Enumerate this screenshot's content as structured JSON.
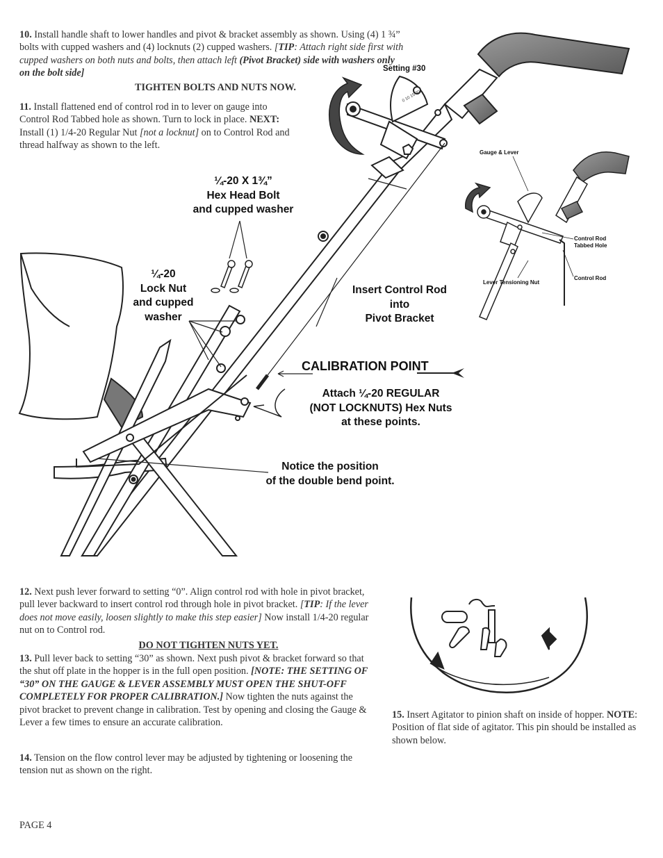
{
  "step10": {
    "num": "10.",
    "text_a": "Install handle shaft to lower handles and pivot & bracket assembly as shown.  Using (4) 1 ¾” bolts with cupped washers and (4) locknuts (2) cupped washers.  ",
    "tip_open": "[",
    "tip_label": "TIP",
    "tip_text": ": Attach right side first with cupped washers on both nuts and bolts, then attach left ",
    "tip_bold": "(Pivot Bracket) side with washers only on the bolt side]",
    "tighten": "TIGHTEN BOLTS AND NUTS NOW."
  },
  "step11": {
    "num": "11.",
    "text_a": "Install flattened end of control rod in to lever on gauge into Control Rod Tabbed hole as shown. Turn to lock in place.",
    "next_label": "NEXT:",
    "text_b": "Install (1) 1/4-20 Regular Nut ",
    "text_b_italic": "[not a locknut]",
    "text_c": " on to Control Rod and thread halfway as shown to the left."
  },
  "labels": {
    "setting": "Setting #30",
    "hex_bolt_1": "¼-20 X 1¾”",
    "hex_bolt_2": "Hex Head Bolt",
    "hex_bolt_3": "and cupped washer",
    "lock_nut_1": "¼-20",
    "lock_nut_2": "Lock Nut",
    "lock_nut_3": "and cupped",
    "lock_nut_4": "washer",
    "insert_1": "Insert Control Rod",
    "insert_2": "into",
    "insert_3": "Pivot Bracket",
    "calibration": "CALIBRATION POINT",
    "attach_1": "Attach ¼-20 REGULAR",
    "attach_2": "(NOT LOCKNUTS) Hex Nuts",
    "attach_3": "at these points.",
    "notice_1": "Notice the position",
    "notice_2": "of the double bend point.",
    "gauge_lever": "Gauge & Lever",
    "tabbed_1": "Control Rod",
    "tabbed_2": "Tabbed Hole",
    "control_rod": "Control Rod",
    "lever_nut": "Lever Tensioning Nut",
    "dial": [
      "0",
      "10",
      "15",
      "30"
    ]
  },
  "step12": {
    "num": "12.",
    "text_a": "Next push lever forward to setting “0”.  Align control rod with hole in pivot bracket, pull lever backward to insert control rod through hole in  pivot bracket.",
    "tip_open": "[",
    "tip_label": "TIP",
    "tip_text": ": If the lever does not move easily, loosen             slightly to make this step easier]",
    "text_b": " Now install 1/4-20 regular nut on to Control rod.",
    "warning": "DO NOT TIGHTEN NUTS YET."
  },
  "step13": {
    "num": "13.",
    "text_a": "Pull  lever  back  to  setting  “30” as shown.  Next push pivot & bracket forward so that the shut off plate in the hopper is in the full open position. ",
    "note": "[NOTE: THE SETTING OF “30” ON THE GAUGE & LEVER ASSEMBLY MUST OPEN THE SHUT-OFF COMPLETELY FOR PROPER CALIBRATION.]",
    "text_b": " Now tighten the nuts against the pivot bracket to prevent change in calibration. Test by opening and closing the Gauge & Lever a few times to ensure an accurate calibration."
  },
  "step14": {
    "num": "14.",
    "text": "Tension on the flow control lever may be adjusted by tightening or loosening the tension nut as shown on the right."
  },
  "step15": {
    "num": "15.",
    "text_a": "Insert Agitator to pinion shaft on inside of hopper.",
    "note_label": "NOTE",
    "text_b": ": Position of flat side of agitator.  This pin should be installed as shown below."
  },
  "footer": {
    "page": "PAGE 4"
  }
}
